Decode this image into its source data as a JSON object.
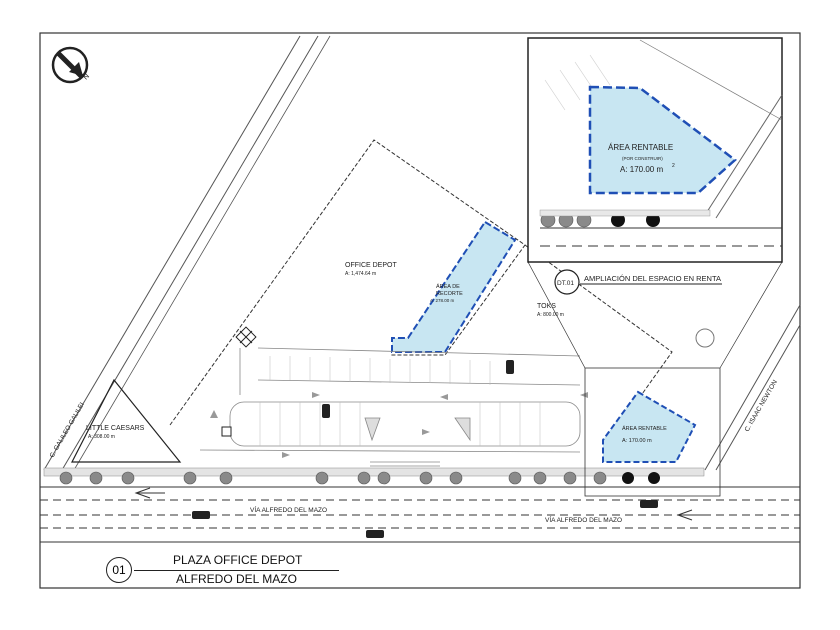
{
  "labels": {
    "office_depot": "OFFICE DEPOT",
    "office_depot_area": "A: 1,474.64 m",
    "area_recorte_1": "ÁREA DE",
    "area_recorte_2": "RECORTE",
    "area_recorte_val": "A: 278.00 m",
    "toks": "TOKS",
    "toks_area": "A: 800.00 m",
    "little_caesars": "LITTLE CAESARS",
    "little_caesars_area": "A: 308.00 m",
    "galileo": "C. GALILEO GALILEI",
    "isaac": "C. ISAAC NEWTON",
    "via_left": "VÍA ALFREDO DEL MAZO",
    "via_right": "VÍA ALFREDO DEL MAZO",
    "area_rentable": "ÁREA RENTABLE",
    "por_construir": "(POR CONSTRUIR)",
    "area_rentable_val": "A: 170.00 m",
    "area_rentable_small": "ÁREA RENTABLE",
    "area_rentable_small_val": "A: 170.00 m",
    "sup": "2",
    "ampliacion": "AMPLIACIÓN DEL ESPACIO EN RENTA",
    "detail_tag": "DT.01",
    "north": "N"
  },
  "title_block": {
    "number": "01",
    "line1": "PLAZA OFFICE DEPOT",
    "line2": "ALFREDO DEL MAZO"
  }
}
